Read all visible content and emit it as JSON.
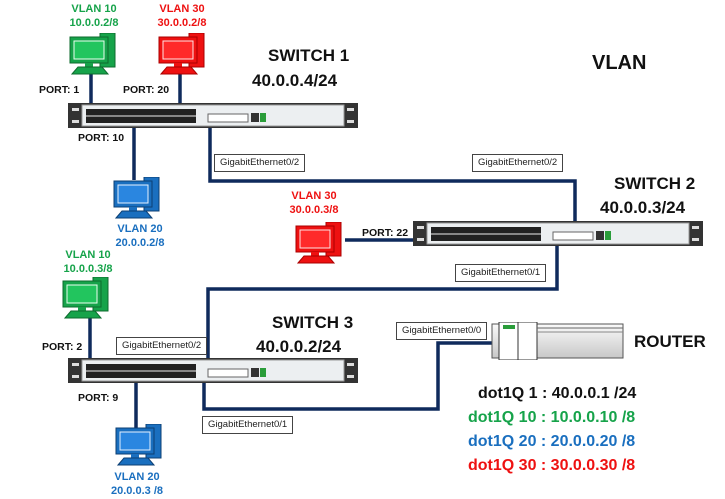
{
  "title": "VLAN",
  "switches": [
    {
      "name": "SWITCH 1",
      "ip": "40.0.0.4/24"
    },
    {
      "name": "SWITCH 2",
      "ip": "40.0.0.3/24"
    },
    {
      "name": "SWITCH 3",
      "ip": "40.0.0.2/24"
    }
  ],
  "router": {
    "name": "ROUTER"
  },
  "hosts": [
    {
      "vlan": "VLAN 10",
      "ip": "10.0.0.2/8",
      "port": "PORT: 1",
      "color": "#16a34a"
    },
    {
      "vlan": "VLAN 30",
      "ip": "30.0.0.2/8",
      "port": "PORT: 20",
      "color": "#ee1111"
    },
    {
      "vlan": "VLAN 20",
      "ip": "20.0.0.2/8",
      "port": "PORT: 10",
      "color": "#1a6fbf"
    },
    {
      "vlan": "VLAN 30",
      "ip": "30.0.0.3/8",
      "port": "PORT: 22",
      "color": "#ee1111"
    },
    {
      "vlan": "VLAN 10",
      "ip": "10.0.0.3/8",
      "port": "PORT: 2",
      "color": "#16a34a"
    },
    {
      "vlan": "VLAN 20",
      "ip": "20.0.0.3 /8",
      "port": "PORT: 9",
      "color": "#1a6fbf"
    }
  ],
  "interfaces": {
    "sw1_g02": "GigabitEthernet0/2",
    "sw2_g02": "GigabitEthernet0/2",
    "sw2_g01": "GigabitEthernet0/1",
    "sw3_g02": "GigabitEthernet0/2",
    "sw3_g01": "GigabitEthernet0/1",
    "router_g00": "GigabitEthernet0/0"
  },
  "subinterfaces": [
    {
      "text": "dot1Q 1 : 40.0.0.1 /24",
      "color": "#111111"
    },
    {
      "text": "dot1Q 10 : 10.0.0.10 /8",
      "color": "#16a34a"
    },
    {
      "text": "dot1Q 20 : 20.0.0.20 /8",
      "color": "#1a6fbf"
    },
    {
      "text": "dot1Q 30 : 30.0.0.30 /8",
      "color": "#ee1111"
    }
  ],
  "colors": {
    "link": "#0f2a5c",
    "vlan10": "#16a34a",
    "vlan20": "#1a6fbf",
    "vlan30": "#ee1111"
  }
}
